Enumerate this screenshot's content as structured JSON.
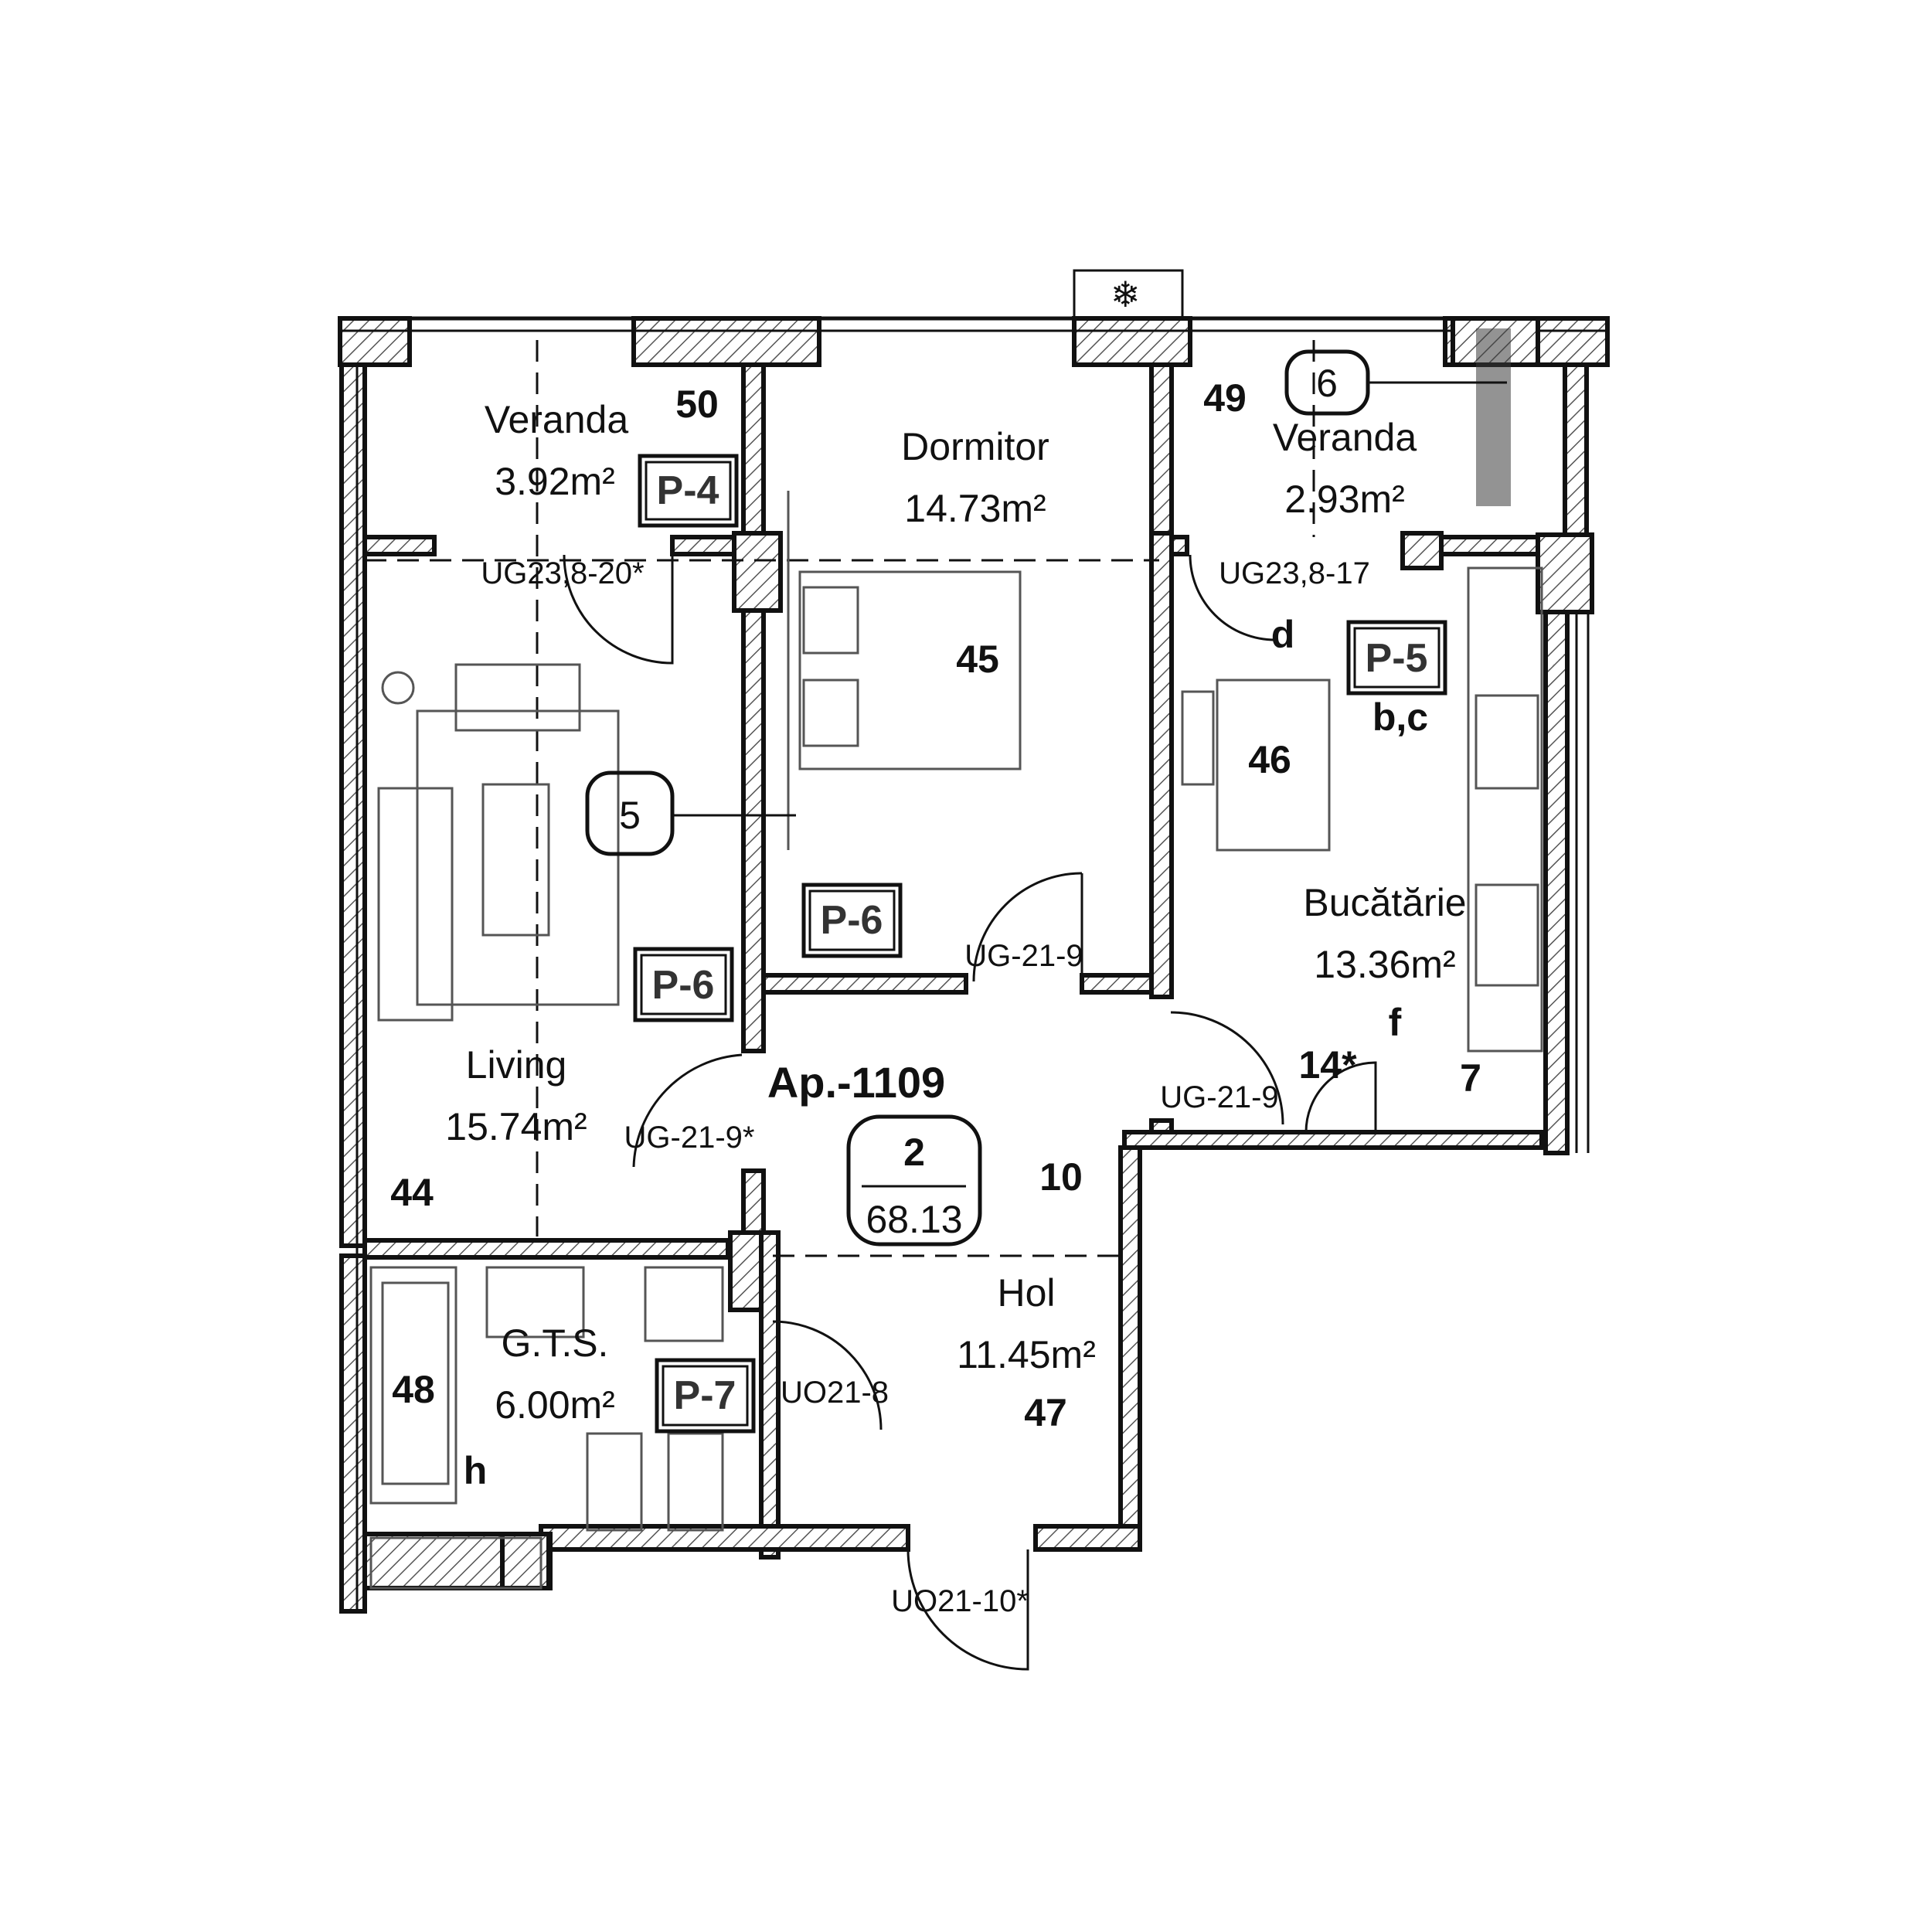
{
  "apartment": {
    "label": "Ap.-1109",
    "rooms": "2",
    "area": "68.13"
  },
  "rooms": {
    "veranda_left": {
      "name": "Veranda",
      "area": "3.92m²",
      "code": "P-4",
      "num": "50"
    },
    "dormitor": {
      "name": "Dormitor",
      "area": "14.73m²",
      "code": "P-6",
      "num": "45"
    },
    "veranda_right": {
      "name": "Veranda",
      "area": "2.93m²",
      "num": "49"
    },
    "living": {
      "name": "Living",
      "area": "15.74m²",
      "code": "P-6",
      "num": "44"
    },
    "bucatarie": {
      "name": "Bucătărie",
      "area": "13.36m²",
      "code": "P-5",
      "num": "46"
    },
    "hol": {
      "name": "Hol",
      "area": "11.45m²",
      "num": "47"
    },
    "gts": {
      "name": "G.T.S.",
      "area": "6.00m²",
      "code": "P-7",
      "num": "48"
    }
  },
  "doors": {
    "d1": "UG23,8-20*",
    "d2": "UG23,8-17",
    "d3": "UG-21-9",
    "d4": "UG-21-9",
    "d5": "UG-21-9*",
    "d6": "UO21-8",
    "d7": "UO21-10*"
  },
  "markers": {
    "m5": "5",
    "m6": "6",
    "n10": "10",
    "n7": "7",
    "n14": "14*",
    "d": "d",
    "bc": "b,c",
    "f": "f",
    "h": "h"
  }
}
